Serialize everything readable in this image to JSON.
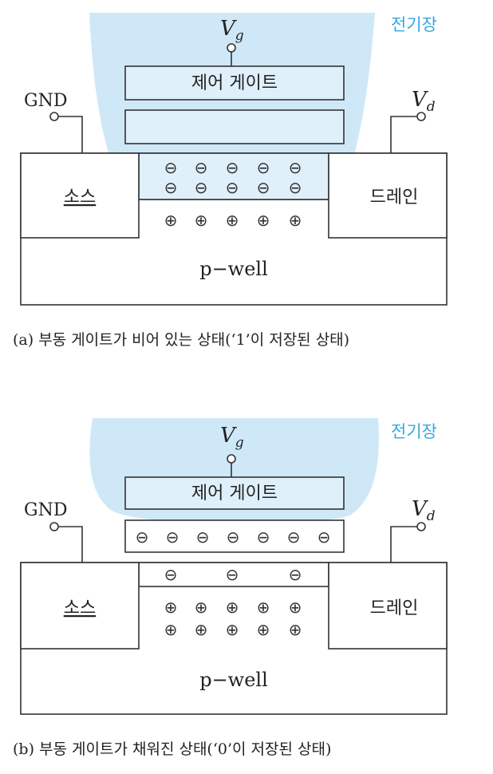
{
  "colors": {
    "field_fill": "#cfe8f7",
    "field_text": "#37a8de",
    "line": "#333333"
  },
  "diagram_a": {
    "field_label": "전기장",
    "vg_main": "V",
    "vg_sub": "g",
    "vd_main": "V",
    "vd_sub": "d",
    "gnd": "GND",
    "control_gate": "제어 게이트",
    "source": "소스",
    "drain": "드레인",
    "well": "p−well",
    "electron_symbol": "⊖",
    "hole_symbol": "⊕",
    "caption": "(a) 부동 게이트가 비어 있는 상태(‘1’이 저장된 상태)"
  },
  "diagram_b": {
    "field_label": "전기장",
    "vg_main": "V",
    "vg_sub": "g",
    "vd_main": "V",
    "vd_sub": "d",
    "gnd": "GND",
    "control_gate": "제어 게이트",
    "source": "소스",
    "drain": "드레인",
    "well": "p−well",
    "electron_symbol": "⊖",
    "hole_symbol": "⊕",
    "caption": "(b) 부동 게이트가 채워진 상태(‘0’이 저장된 상태)"
  }
}
